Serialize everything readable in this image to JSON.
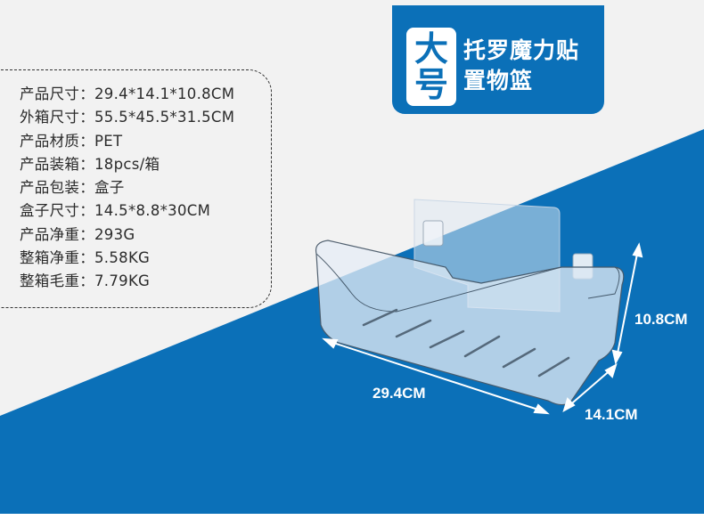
{
  "banner": {
    "badge_line1": "大",
    "badge_line2": "号",
    "title_line1": "托罗魔力贴",
    "title_line2": "置物篮"
  },
  "specs": [
    {
      "label": "产品尺寸：",
      "value": "29.4*14.1*10.8CM"
    },
    {
      "label": "外箱尺寸：",
      "value": "55.5*45.5*31.5CM"
    },
    {
      "label": "产品材质：",
      "value": "PET"
    },
    {
      "label": "产品装箱：",
      "value": "18pcs/箱"
    },
    {
      "label": "产品包装：",
      "value": "盒子"
    },
    {
      "label": "盒子尺寸：",
      "value": "14.5*8.8*30CM"
    },
    {
      "label": "产品净重：",
      "value": "293G"
    },
    {
      "label": "整箱净重：",
      "value": "5.58KG"
    },
    {
      "label": "整箱毛重：",
      "value": "7.79KG"
    }
  ],
  "dimensions": {
    "length": "29.4CM",
    "width": "14.1CM",
    "height": "10.8CM"
  },
  "colors": {
    "brand_blue": "#0b70b8",
    "background": "#f2f2f2",
    "text": "#2b2b2b"
  }
}
